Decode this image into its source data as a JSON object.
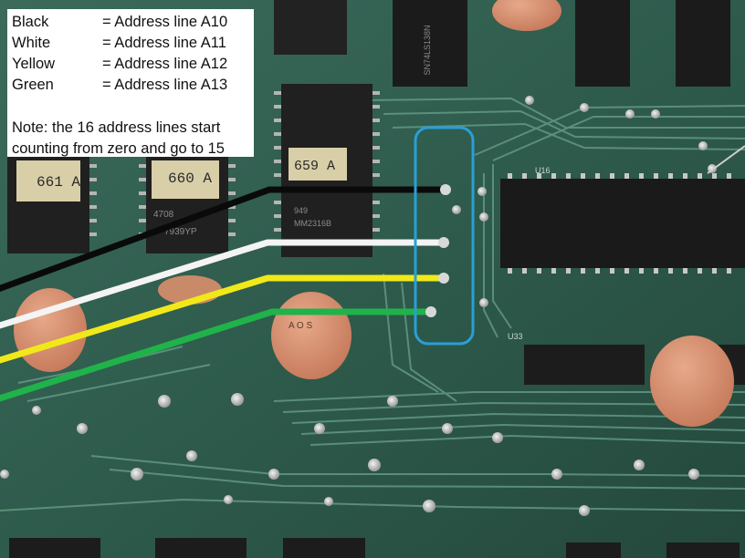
{
  "legend": {
    "rows": [
      {
        "color_name": "Black",
        "description": "= Address line A10",
        "wire_color": "#0a0a0a"
      },
      {
        "color_name": "White",
        "description": "= Address line A11",
        "wire_color": "#f4f4f4"
      },
      {
        "color_name": "Yellow",
        "description": "= Address line A12",
        "wire_color": "#f1e81a"
      },
      {
        "color_name": "Green",
        "description": "= Address line A13",
        "wire_color": "#1fb34a"
      }
    ],
    "note": "Note: the 16 address lines start counting from zero and go to 15"
  },
  "chip_markings": {
    "chip_661": "661 A",
    "chip_660": "660 A",
    "chip_660_line2": "4708",
    "chip_660_line3": "7939YP",
    "chip_659": "659 A",
    "chip_659_line2": "949",
    "chip_659_line3": "MM2316B",
    "chip_top": "SN74LS138N",
    "capacitor_label": "A O S",
    "u16_label": "U16",
    "u33_label": "U33"
  },
  "highlight_color": "#2a9fd8",
  "board_color": "#2f5a4c"
}
